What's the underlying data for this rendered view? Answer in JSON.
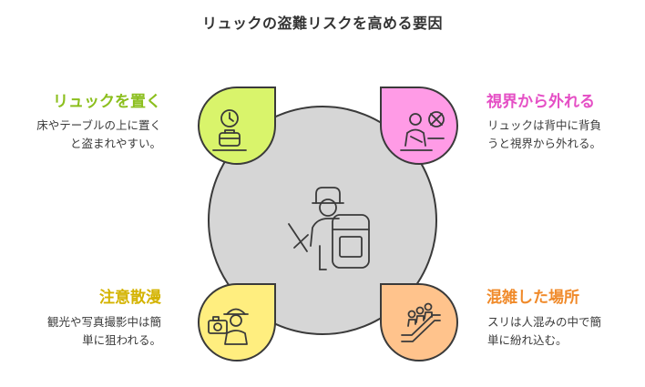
{
  "title": "リュックの盗難リスクを高める要因",
  "colors": {
    "center": "#d6d6d6",
    "outline": "#3a3a3a",
    "green": "#d9f46b",
    "pink": "#ff9be6",
    "yellow": "#ffee7f",
    "orange": "#ffc38c",
    "green_text": "#8cbf1e",
    "pink_text": "#e54fc5",
    "yellow_text": "#d4b300",
    "orange_text": "#f08a2a"
  },
  "factors": {
    "top_left": {
      "heading": "リュックを置く",
      "line1": "床やテーブルの上に置く",
      "line2": "と盗まれやすい。",
      "icon": "clock-and-bag-icon"
    },
    "top_right": {
      "heading": "視界から外れる",
      "line1": "リュックは背中に背負",
      "line2": "うと視界から外れる。",
      "icon": "person-with-blocked-view-icon"
    },
    "bottom_left": {
      "heading": "注意散漫",
      "line1": "観光や写真撮影中は簡",
      "line2": "単に狙われる。",
      "icon": "tourist-camera-icon"
    },
    "bottom_right": {
      "heading": "混雑した場所",
      "line1": "スリは人混みの中で簡",
      "line2": "単に紛れ込む。",
      "icon": "crowd-escalator-icon"
    }
  },
  "center_icon": "person-with-backpack-icon"
}
